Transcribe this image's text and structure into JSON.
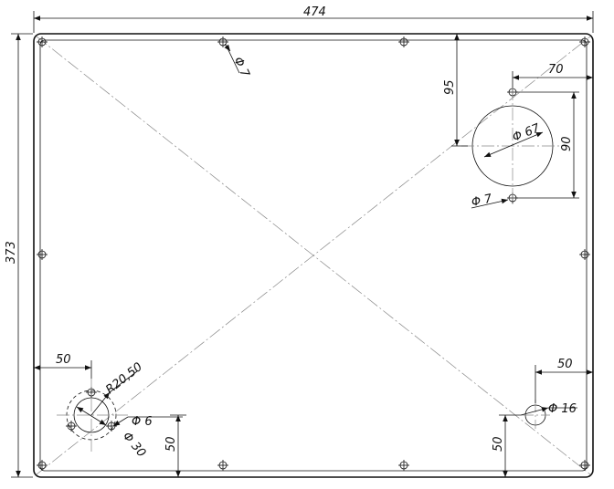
{
  "drawing": {
    "dims": {
      "overall_width": "474",
      "overall_height": "373",
      "top_hole_dia": "Φ 7",
      "right_hole_offset_y": "95",
      "right_hole_offset_x": "70",
      "big_hole_dia": "Φ 67",
      "right_hole_spacing": "90",
      "right_small_hole_dia": "Φ 7",
      "left_offset_x": "50",
      "bolt_circle_radius": "R20,50",
      "left_small_hole_dia": "Φ 6",
      "left_hole_dia": "Φ 30",
      "left_offset_y": "50",
      "right_offset_x": "50",
      "right_bottom_hole_dia": "Φ 16",
      "right_offset_y": "50"
    }
  }
}
